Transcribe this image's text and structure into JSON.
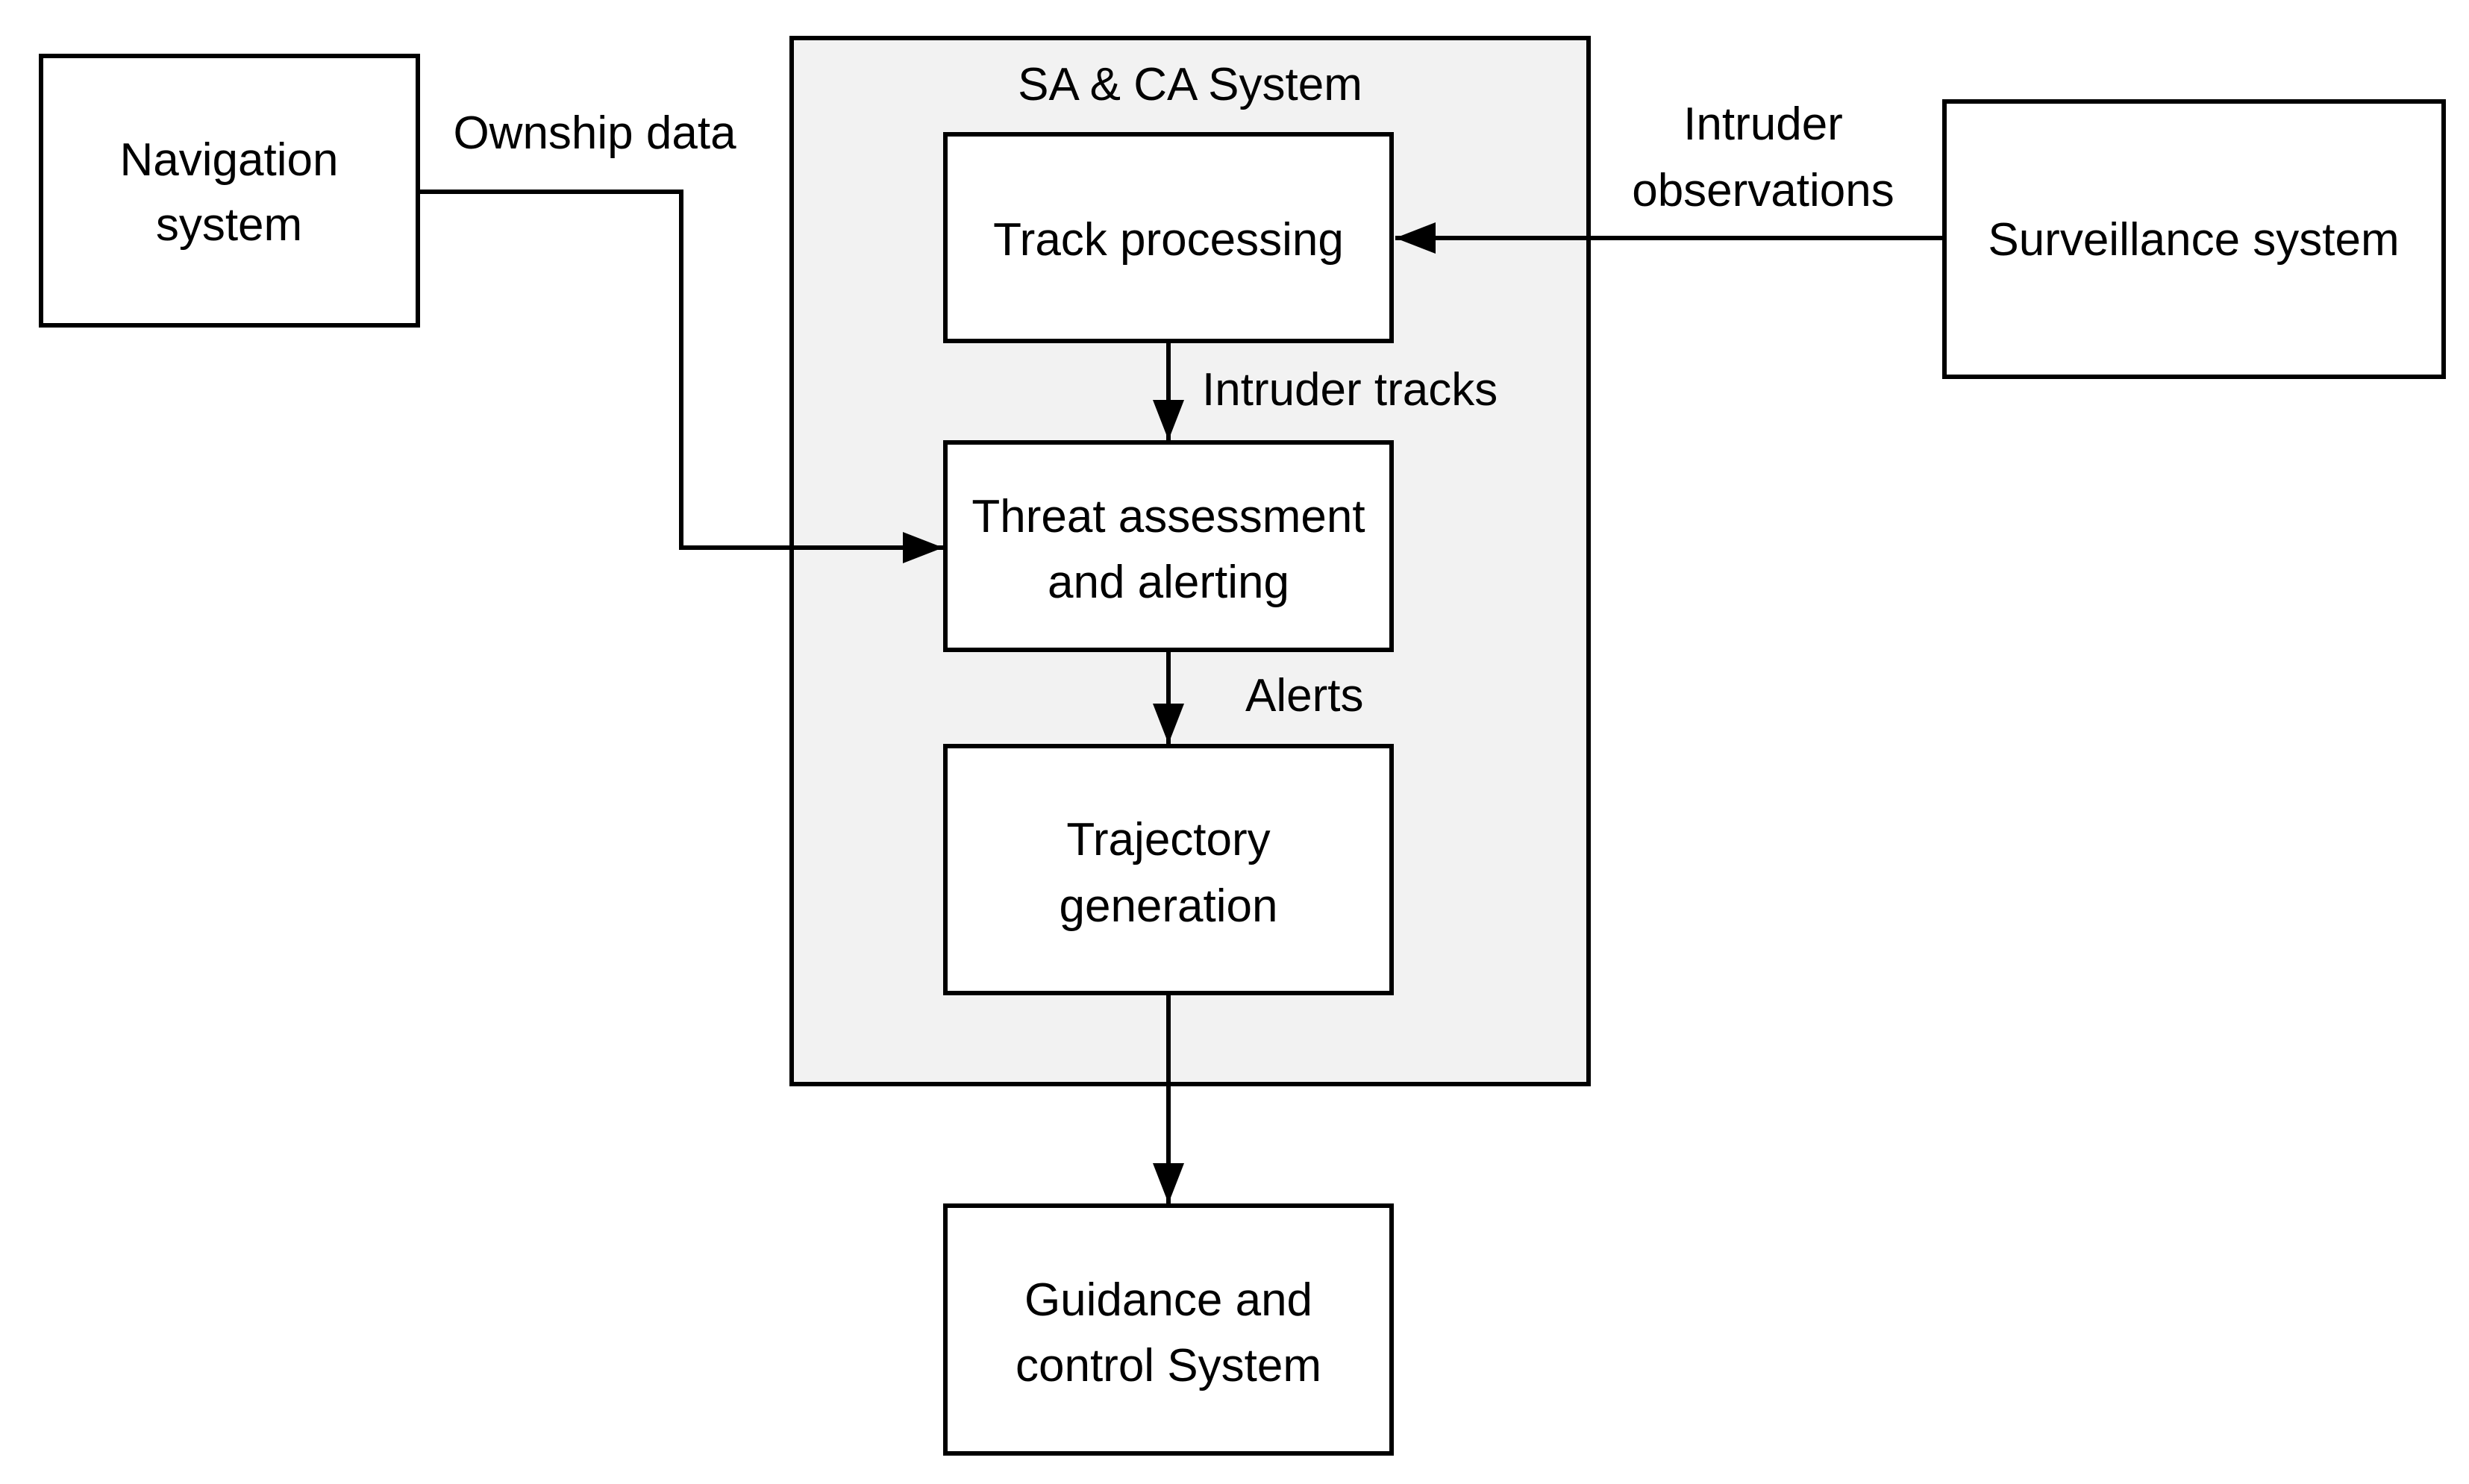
{
  "nodes": {
    "navigation": {
      "line1": "Navigation",
      "line2": "system"
    },
    "sa_ca": {
      "title": "SA & CA System"
    },
    "track_processing": {
      "label": "Track processing"
    },
    "threat": {
      "line1": "Threat assessment",
      "line2": "and alerting"
    },
    "trajectory": {
      "line1": "Trajectory",
      "line2": "generation"
    },
    "surveillance": {
      "label": "Surveillance system"
    },
    "guidance": {
      "line1": "Guidance and",
      "line2": "control System"
    }
  },
  "edges": {
    "ownship": {
      "label": "Ownship data"
    },
    "intruder_obs": {
      "line1": "Intruder",
      "line2": "observations"
    },
    "intruder_tracks": {
      "label": "Intruder tracks"
    },
    "alerts": {
      "label": "Alerts"
    }
  },
  "colors": {
    "container_fill": "#f2f2f2",
    "stroke": "#000000"
  }
}
